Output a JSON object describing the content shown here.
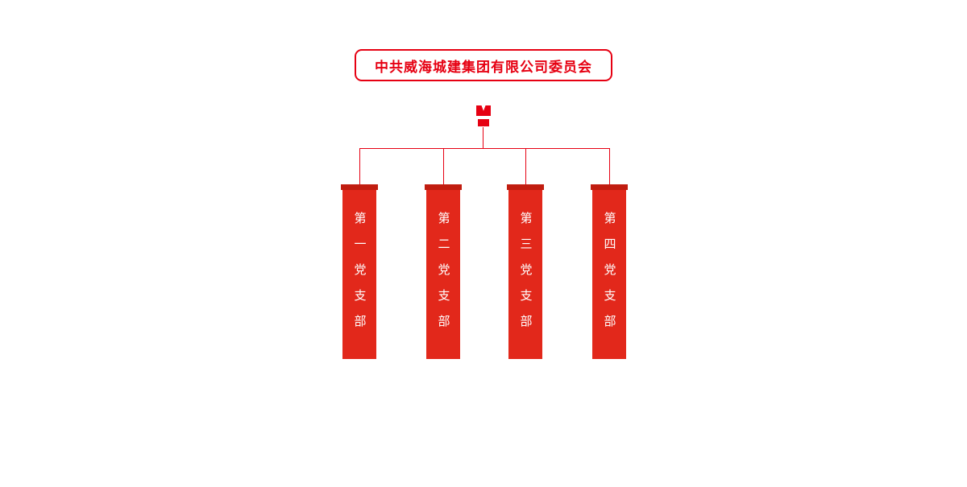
{
  "header": {
    "title": "中共威海城建集团有限公司委员会"
  },
  "icon": {
    "name": "party-emblem-icon"
  },
  "branches": [
    {
      "label": "第一党支部"
    },
    {
      "label": "第二党支部"
    },
    {
      "label": "第三党支部"
    },
    {
      "label": "第四党支部"
    }
  ],
  "colors": {
    "accent_red": "#e60012",
    "branch_fill": "#e2281b",
    "branch_cap": "#c11d10",
    "text_on_red": "#ffffff",
    "background": "#ffffff"
  }
}
